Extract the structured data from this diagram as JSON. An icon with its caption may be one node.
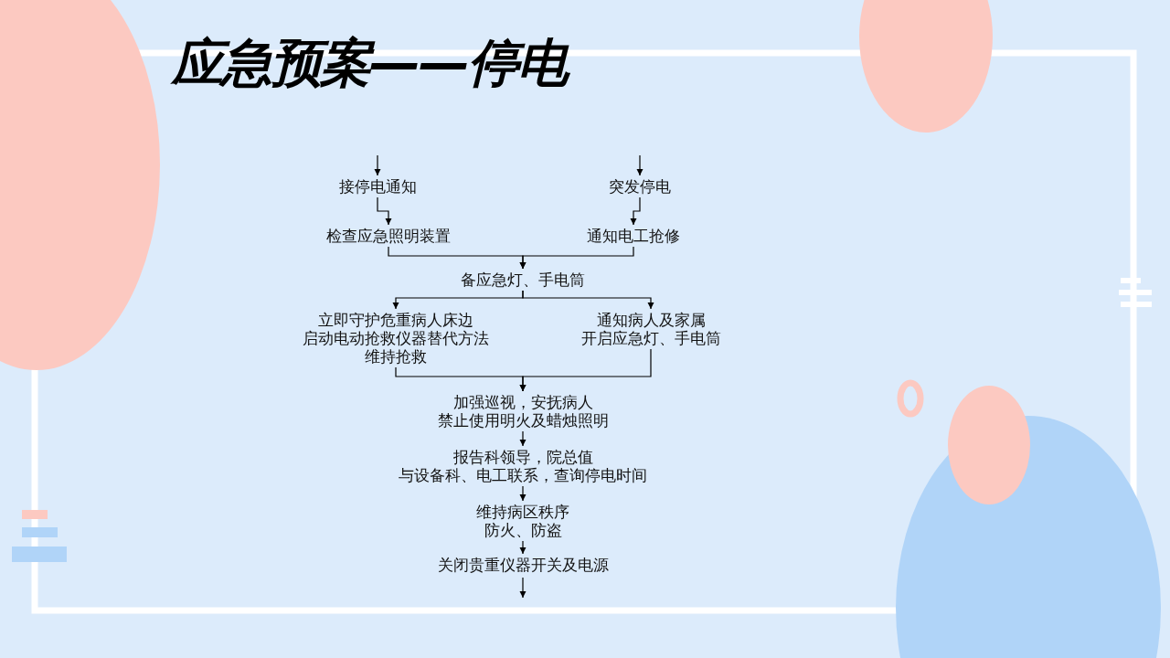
{
  "diagram": {
    "title": "应急预案——停电",
    "nodes": [
      {
        "text": [
          "接停电通知"
        ]
      },
      {
        "text": [
          "突发停电"
        ]
      },
      {
        "text": [
          "检查应急照明装置"
        ]
      },
      {
        "text": [
          "通知电工抢修"
        ]
      },
      {
        "text": [
          "备应急灯、手电筒"
        ]
      },
      {
        "text": [
          "立即守护危重病人床边",
          "启动电动抢救仪器替代方法",
          "维持抢救"
        ]
      },
      {
        "text": [
          "通知病人及家属",
          "开启应急灯、手电筒"
        ]
      },
      {
        "text": [
          "加强巡视，安抚病人",
          "禁止使用明火及蜡烛照明"
        ]
      },
      {
        "text": [
          "报告科领导，院总值",
          "与设备科、电工联系，查询停电时间"
        ]
      },
      {
        "text": [
          "维持病区秩序",
          "防火、防盗"
        ]
      },
      {
        "text": [
          "关闭贵重仪器开关及电源"
        ]
      }
    ],
    "edges": [
      {
        "from": null,
        "to": 0,
        "arrow": "to"
      },
      {
        "from": null,
        "to": 1,
        "arrow": "to"
      },
      {
        "from": 0,
        "to": 2,
        "arrow": "to"
      },
      {
        "from": 1,
        "to": 3,
        "arrow": "to"
      },
      {
        "from": 2,
        "to": 4,
        "arrow": "to"
      },
      {
        "from": 3,
        "to": 4,
        "arrow": "to"
      },
      {
        "from": 4,
        "to": 5,
        "arrow": "to"
      },
      {
        "from": 4,
        "to": 6,
        "arrow": "to"
      },
      {
        "from": 5,
        "to": 7,
        "arrow": "to"
      },
      {
        "from": 6,
        "to": 7,
        "arrow": "to"
      },
      {
        "from": 7,
        "to": 8,
        "arrow": "to"
      },
      {
        "from": 8,
        "to": 9,
        "arrow": "to"
      },
      {
        "from": 9,
        "to": 10,
        "arrow": "to"
      },
      {
        "from": 10,
        "to": null,
        "arrow": "to"
      }
    ]
  }
}
